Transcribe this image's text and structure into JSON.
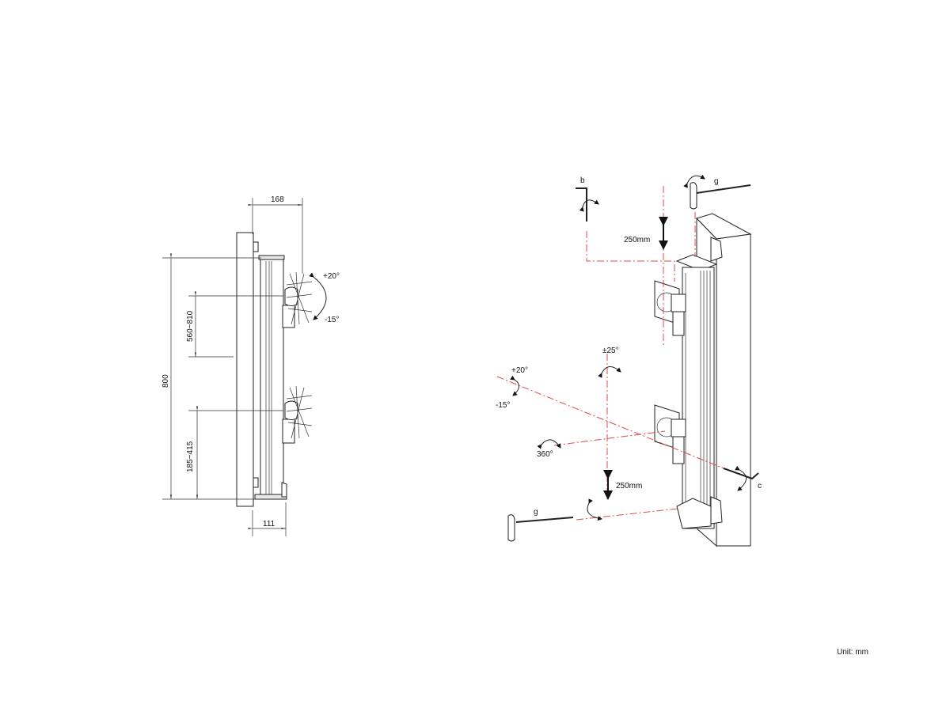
{
  "side_view": {
    "dim_depth": "168",
    "dim_height": "800",
    "dim_upper_range": "560~810",
    "dim_lower_range": "185~415",
    "dim_base": "111",
    "tilt_up": "+20°",
    "tilt_down": "-15°"
  },
  "iso_view": {
    "tool_b": "b",
    "tool_g_top": "g",
    "tool_g_bottom": "g",
    "tool_c": "c",
    "height_adjust_top": "250mm",
    "height_adjust_bottom": "250mm",
    "swivel": "±25°",
    "tilt_up": "+20°",
    "tilt_down": "-15°",
    "rotation": "360°"
  },
  "unit_note": "Unit: mm",
  "colors": {
    "axis_lines": "#e0484c",
    "lines": "#222222"
  }
}
